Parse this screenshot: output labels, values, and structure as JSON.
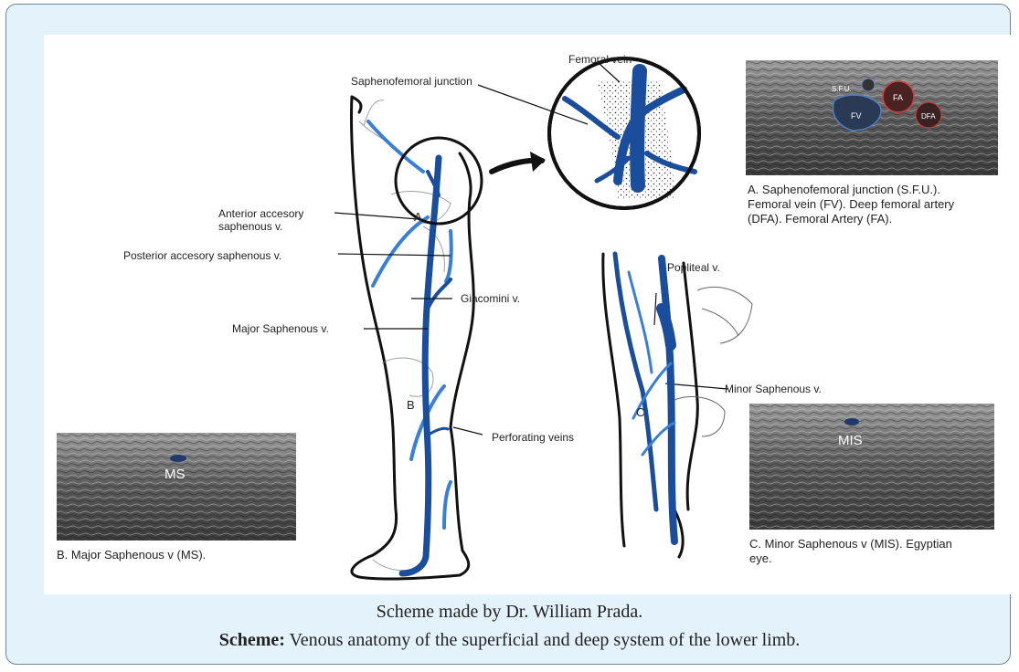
{
  "colors": {
    "frame_bg": "#e4f2fb",
    "vein_blue": "#1a4d9b",
    "light_vein": "#3a7fd6"
  },
  "labels": {
    "femoral_vein": "Femoral vein",
    "sfj": "Saphenofemoral junction",
    "ant_acc": "Anterior accesory saphenous v.",
    "post_acc": "Posterior accesory saphenous v.",
    "giacomini": "Giacomini v.",
    "major_saph": "Major Saphenous v.",
    "popliteal": "Popliteal v.",
    "minor_saph": "Minor Saphenous v.",
    "perforating": "Perforating veins",
    "letter_a": "A",
    "letter_b": "B",
    "letter_c": "C"
  },
  "ultrasound": {
    "a": {
      "fv": "FV",
      "fa": "FA",
      "dfa": "DFA",
      "sfu": "S.F.U.",
      "caption": "A. Saphenofemoral junction (S.F.U.). Femoral vein (FV). Deep femoral artery (DFA). Femoral Artery (FA)."
    },
    "b": {
      "tag": "MS",
      "caption": "B. Major Saphenous v (MS)."
    },
    "c": {
      "tag": "MIS",
      "caption": "C. Minor Saphenous v (MIS). Egyptian eye."
    }
  },
  "caption": {
    "line1": "Scheme made by Dr. William Prada.",
    "bold": "Scheme:",
    "line2": " Venous anatomy of the superficial and deep system of the lower limb."
  }
}
